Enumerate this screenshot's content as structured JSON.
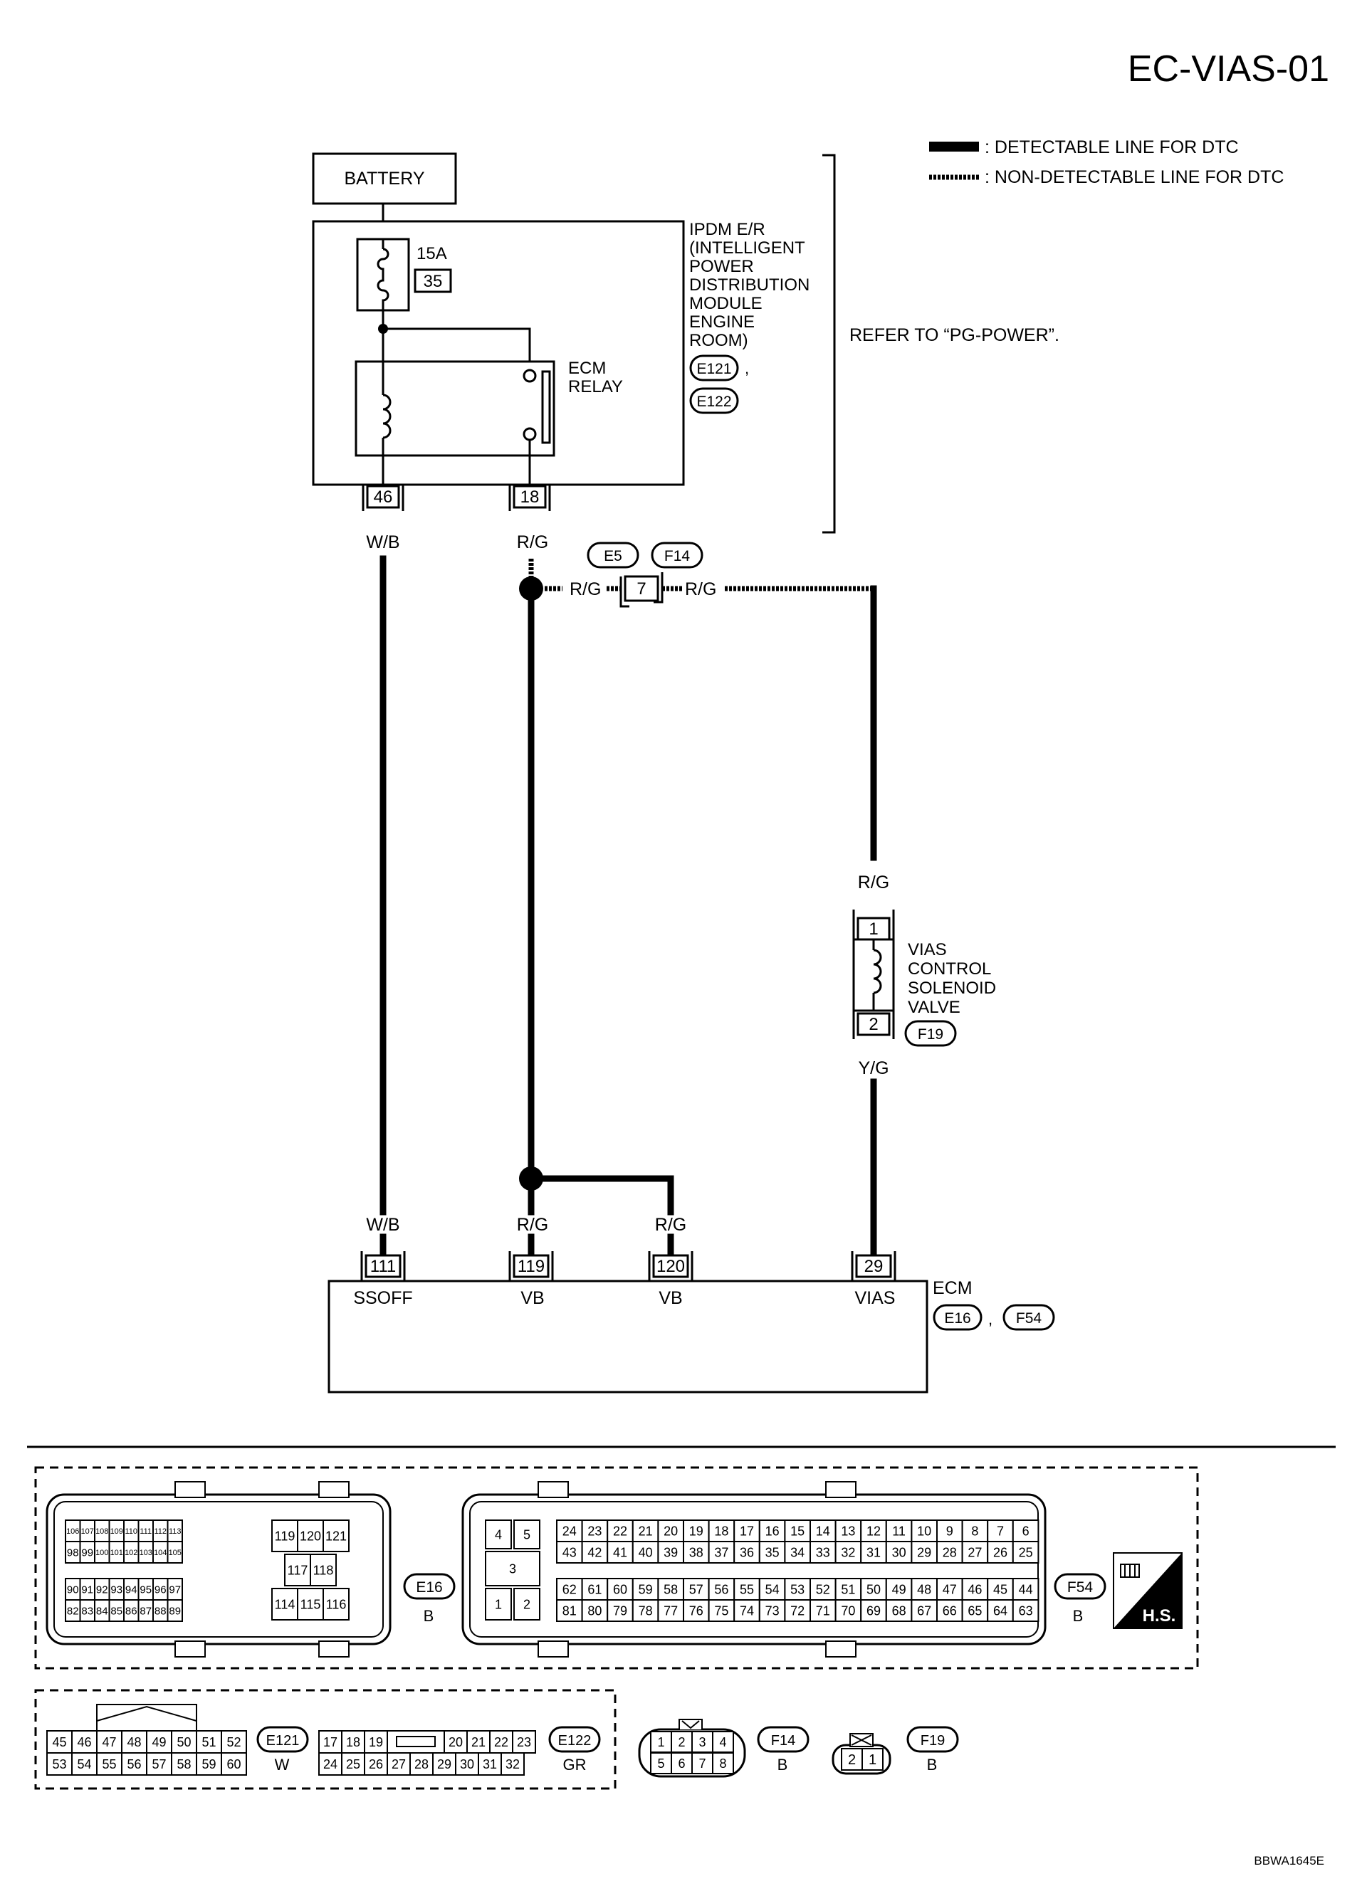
{
  "diagram": {
    "page_code": "EC-VIAS-01",
    "figure_code": "BBWA1645E",
    "legend": {
      "detectable": ": DETECTABLE LINE FOR DTC",
      "non_detectable": ": NON-DETECTABLE LINE FOR DTC"
    },
    "battery": "BATTERY",
    "fuse": {
      "rating": "15A",
      "number": "35"
    },
    "ipdm": {
      "lines": [
        "IPDM E/R",
        "(INTELLIGENT",
        "POWER",
        "DISTRIBUTION",
        "MODULE",
        "ENGINE",
        "ROOM)"
      ],
      "connectors": [
        "E121",
        "E122"
      ],
      "separator": ",",
      "refer": "REFER TO “PG-POWER”."
    },
    "ecm_relay": {
      "lines": [
        "ECM",
        "RELAY"
      ]
    },
    "ipdm_pins": {
      "p46": "46",
      "p18": "18"
    },
    "wire_colors": {
      "wb": "W/B",
      "rg": "R/G",
      "yg": "Y/G"
    },
    "joint": {
      "e5": "E5",
      "f14": "F14",
      "pin": "7"
    },
    "vias_valve": {
      "lines": [
        "VIAS",
        "CONTROL",
        "SOLENOID",
        "VALVE"
      ],
      "pin1": "1",
      "pin2": "2",
      "connector": "F19"
    },
    "ecm": {
      "name": "ECM",
      "connectors": [
        "E16",
        "F54"
      ],
      "separator": ",",
      "pins": [
        {
          "num": "111",
          "signal": "SSOFF"
        },
        {
          "num": "119",
          "signal": "VB"
        },
        {
          "num": "120",
          "signal": "VB"
        },
        {
          "num": "29",
          "signal": "VIAS"
        }
      ]
    },
    "connector_views": {
      "e16": {
        "id": "E16",
        "color": "B",
        "rows_a": [
          [
            "106",
            "107",
            "108",
            "109",
            "110",
            "111",
            "112",
            "113"
          ],
          [
            "98",
            "99",
            "100",
            "101",
            "102",
            "103",
            "104",
            "105"
          ]
        ],
        "rows_b": [
          [
            "90",
            "91",
            "92",
            "93",
            "94",
            "95",
            "96",
            "97"
          ],
          [
            "82",
            "83",
            "84",
            "85",
            "86",
            "87",
            "88",
            "89"
          ]
        ],
        "mid_top": [
          "119",
          "120",
          "121"
        ],
        "mid_mid": [
          "117",
          "118"
        ],
        "mid_bot": [
          "114",
          "115",
          "116"
        ]
      },
      "f54": {
        "id": "F54",
        "color": "B",
        "big": [
          "4",
          "5",
          "3",
          "1",
          "2"
        ],
        "rows": [
          [
            "24",
            "23",
            "22",
            "21",
            "20",
            "19",
            "18",
            "17",
            "16",
            "15",
            "14",
            "13",
            "12",
            "11",
            "10",
            "9",
            "8",
            "7",
            "6"
          ],
          [
            "43",
            "42",
            "41",
            "40",
            "39",
            "38",
            "37",
            "36",
            "35",
            "34",
            "33",
            "32",
            "31",
            "30",
            "29",
            "28",
            "27",
            "26",
            "25"
          ],
          [
            "62",
            "61",
            "60",
            "59",
            "58",
            "57",
            "56",
            "55",
            "54",
            "53",
            "52",
            "51",
            "50",
            "49",
            "48",
            "47",
            "46",
            "45",
            "44"
          ],
          [
            "81",
            "80",
            "79",
            "78",
            "77",
            "76",
            "75",
            "74",
            "73",
            "72",
            "71",
            "70",
            "69",
            "68",
            "67",
            "66",
            "65",
            "64",
            "63"
          ]
        ]
      },
      "e121": {
        "id": "E121",
        "color": "W",
        "rows": [
          [
            "45",
            "46",
            "47",
            "48",
            "49",
            "50",
            "51",
            "52"
          ],
          [
            "53",
            "54",
            "55",
            "56",
            "57",
            "58",
            "59",
            "60"
          ]
        ]
      },
      "e122": {
        "id": "E122",
        "color": "GR",
        "top_left": [
          "17",
          "18",
          "19"
        ],
        "top_right": [
          "20",
          "21",
          "22",
          "23"
        ],
        "bottom": [
          "24",
          "25",
          "26",
          "27",
          "28",
          "29",
          "30",
          "31",
          "32"
        ]
      },
      "f14": {
        "id": "F14",
        "color": "B",
        "top": [
          "1",
          "2",
          "3",
          "4"
        ],
        "bottom": [
          "5",
          "6",
          "7",
          "8"
        ]
      },
      "f19": {
        "id": "F19",
        "color": "B",
        "pins": [
          "2",
          "1"
        ]
      }
    },
    "hs_badge": "H.S."
  }
}
